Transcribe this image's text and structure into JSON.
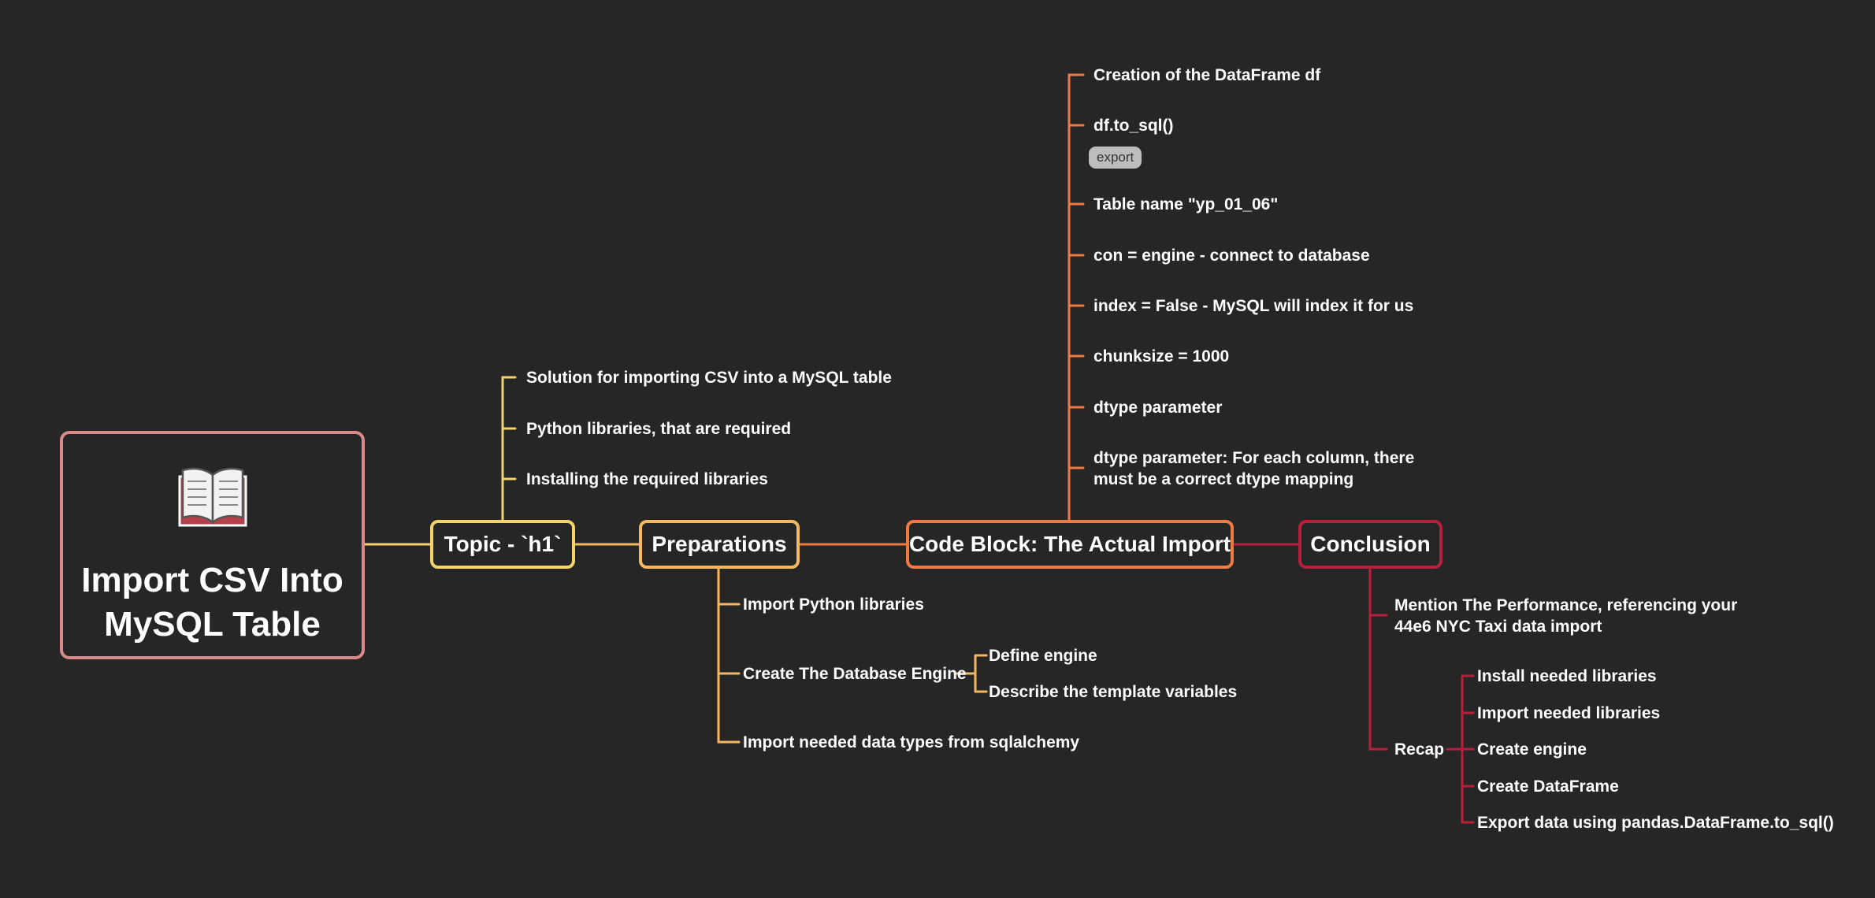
{
  "root": {
    "title": "Import CSV Into MySQL Table",
    "icon": "open-book-icon"
  },
  "colors": {
    "background": "#262626",
    "root": "#d98a88",
    "topic": "#f4d36a",
    "preparations": "#f6b75f",
    "code_block": "#ee7b46",
    "conclusion": "#b81f3b"
  },
  "branches": {
    "topic": {
      "label": "Topic - `h1`",
      "children": [
        "Solution for importing CSV into a MySQL table",
        "Python libraries, that are required",
        "Installing the required libraries"
      ]
    },
    "preparations": {
      "label": "Preparations",
      "children": [
        "Import Python libraries",
        "Create The Database Engine",
        "Import needed data types from sqlalchemy"
      ],
      "engine_children": [
        "Define engine",
        "Describe the template variables"
      ]
    },
    "code_block": {
      "label": "Code Block: The Actual Import",
      "children": [
        "Creation of the DataFrame df",
        "df.to_sql()",
        "Table name \"yp_01_06\"",
        "con = engine - connect to database",
        "index = False - MySQL will index it for us",
        "chunksize = 1000",
        "dtype parameter",
        "dtype parameter: For each column, there must be a correct dtype mapping"
      ],
      "tag": "export"
    },
    "conclusion": {
      "label": "Conclusion",
      "children": [
        "Mention The Performance, referencing your 44e6 NYC Taxi data import",
        "Recap"
      ],
      "recap_children": [
        "Install needed libraries",
        "Import needed libraries",
        "Create engine",
        "Create DataFrame",
        "Export data using pandas.DataFrame.to_sql()"
      ]
    }
  }
}
